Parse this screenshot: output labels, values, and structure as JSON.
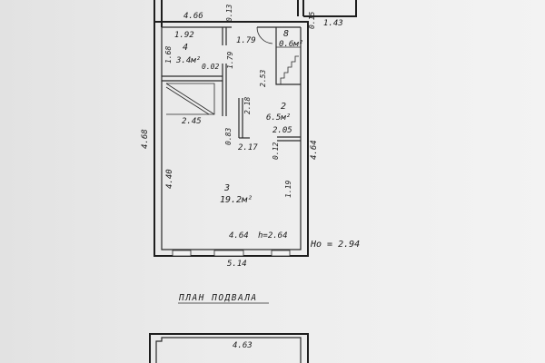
{
  "plan": {
    "title": "ПЛАН ПОДВАЛА",
    "height_note": "Hо = 2.94",
    "top_outer": "4.66",
    "top_right_small": "1.43",
    "top_small_dims": [
      "0.13",
      "0.15"
    ],
    "rooms": [
      {
        "id": "4",
        "area": "3.4м²"
      },
      {
        "id": "8",
        "area": "0.6м²"
      },
      {
        "id": "2",
        "area": "6.5м²"
      },
      {
        "id": "3",
        "area": "19.2м²"
      }
    ],
    "dims": {
      "r4_width": "1.92",
      "r8_width": "1.79",
      "r4_height": "1.68",
      "r4_inner": "1.79",
      "r4_gap": "0.02",
      "stair_h": "2.53",
      "stair_w": "2.45",
      "middle_v": "2.18",
      "small_v": "0.83",
      "r2_width": "2.05",
      "r2_inner": "2.17",
      "r2_small": "0.12",
      "left_outer": "4.68",
      "right_outer": "4.64",
      "left_inner": "4.40",
      "right_inner": "1.19",
      "bottom_inner": "4.64",
      "height": "h=2.64",
      "bottom_outer": "5.14",
      "lower_top": "4.63"
    }
  }
}
